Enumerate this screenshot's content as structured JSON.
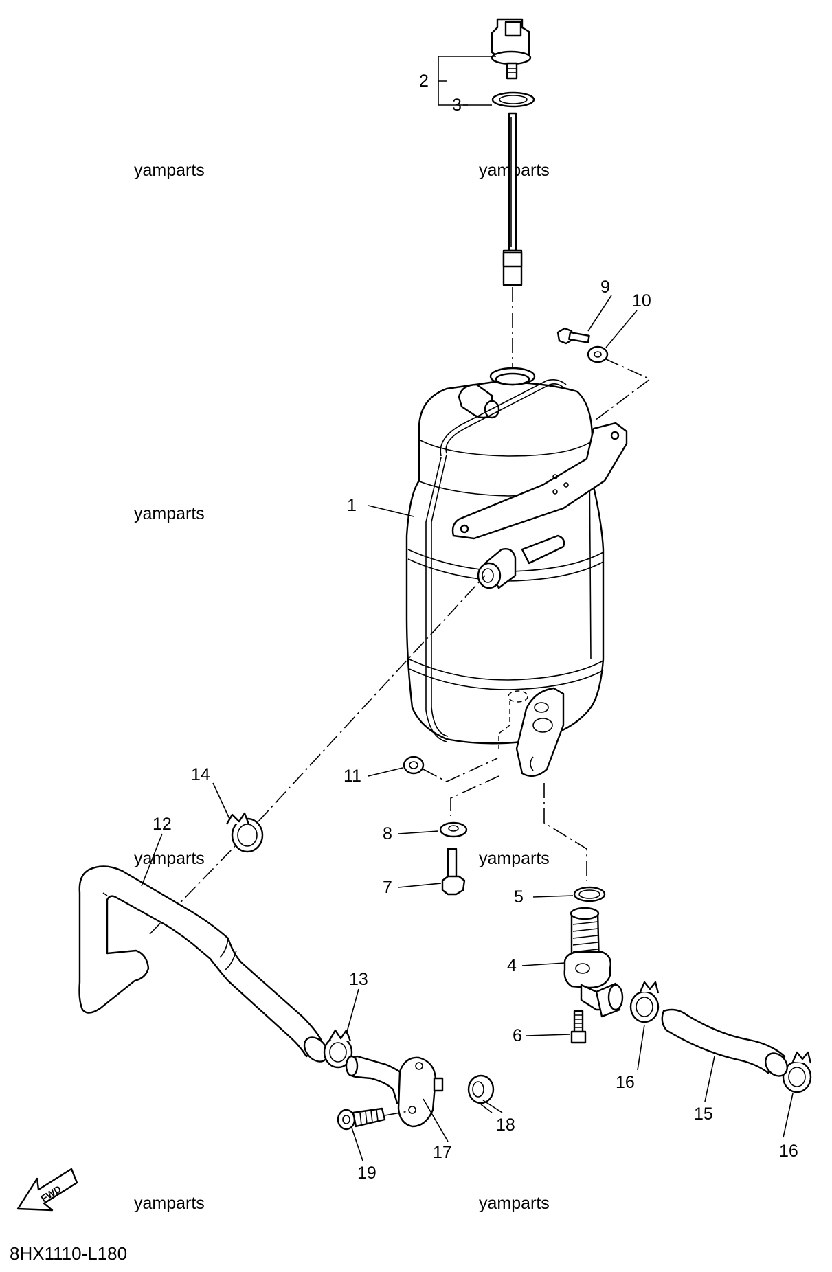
{
  "watermark_text": "yamparts",
  "diagram_code": "8HX1110-L180",
  "direction_marker": "FWD",
  "callouts": [
    "1",
    "2",
    "3",
    "4",
    "5",
    "6",
    "7",
    "8",
    "9",
    "10",
    "11",
    "12",
    "13",
    "14",
    "15",
    "16",
    "16",
    "17",
    "18",
    "19"
  ]
}
